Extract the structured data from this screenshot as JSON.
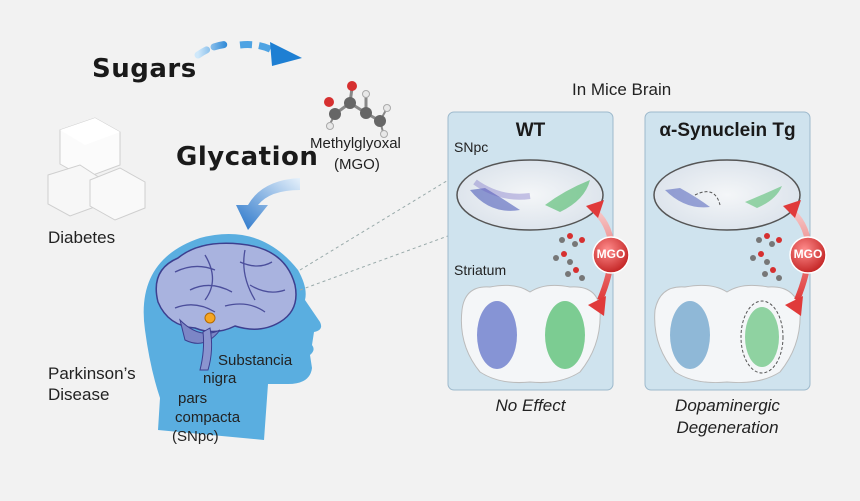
{
  "labels": {
    "sugars": "Sugars",
    "glycation": "Glycation",
    "methylglyoxal": "Methylglyoxal",
    "mgo_abbrev": "(MGO)",
    "diabetes": "Diabetes",
    "parkinsons_line1": "Parkinson’s",
    "parkinsons_line2": "Disease",
    "snpc_desc_line1": "Substancia",
    "snpc_desc_line2": "nigra",
    "snpc_desc_line3": "pars",
    "snpc_desc_line4": "compacta",
    "snpc_desc_line5": "(SNpc)",
    "in_mice_brain": "In Mice Brain"
  },
  "panels": [
    {
      "title": "WT",
      "region_snpc": "SNpc",
      "region_striatum": "Striatum",
      "mgo_badge": "MGO",
      "caption_line1": "No Effect",
      "caption_line2": ""
    },
    {
      "title": "α-Synuclein Tg",
      "region_snpc": "",
      "region_striatum": "",
      "mgo_badge": "MGO",
      "caption_line1": "Dopaminergic",
      "caption_line2": "Degeneration"
    }
  ],
  "colors": {
    "panel_bg": "#cfe3ee",
    "head_fill": "#5aaee0",
    "brain_fill": "#a9b3df",
    "arrow_blue": "#2a86d6",
    "mgo_red": "#d63a3a",
    "stain_blue": "#3f51b5",
    "stain_green": "#3cb55a"
  }
}
